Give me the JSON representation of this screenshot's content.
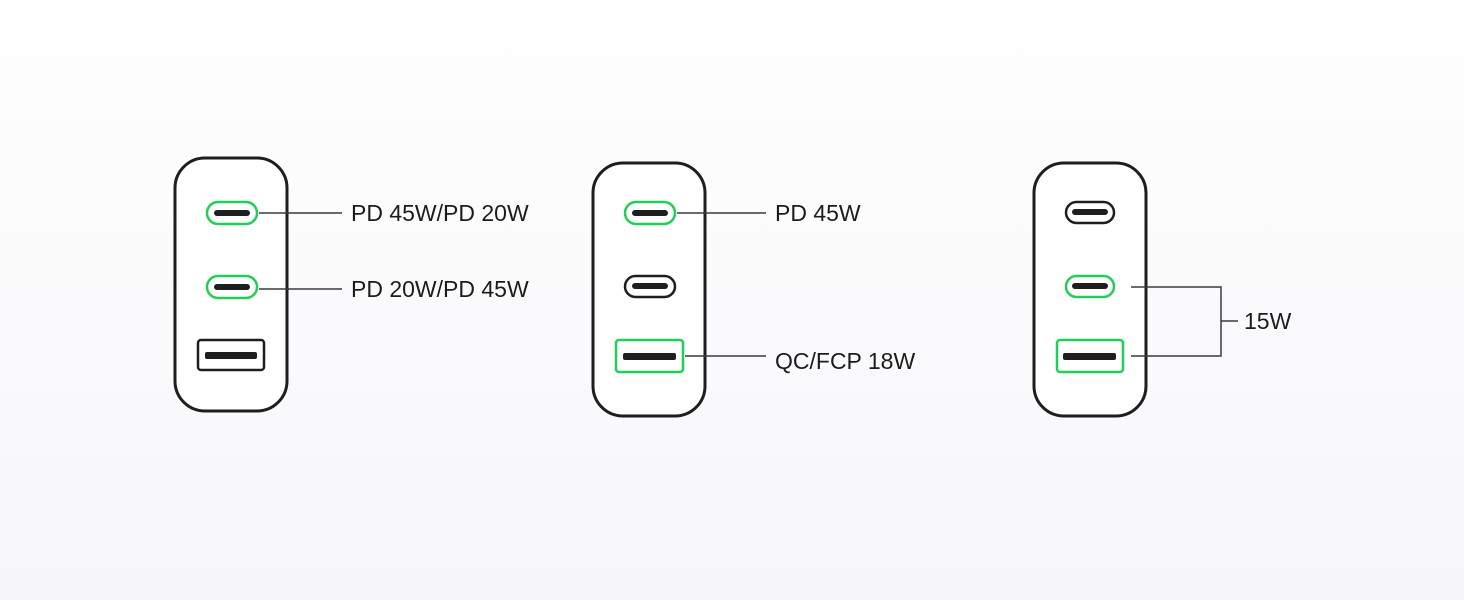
{
  "colors": {
    "outline": "#1e1e1e",
    "active": "#1fcf56",
    "leader": "#3a3a3a",
    "text": "#1c1c1c"
  },
  "chargers": [
    {
      "ports": [
        {
          "kind": "usb-c",
          "active": true
        },
        {
          "kind": "usb-c",
          "active": true
        },
        {
          "kind": "usb-a",
          "active": false
        }
      ],
      "labels": [
        "PD 45W/PD 20W",
        "PD 20W/PD 45W"
      ]
    },
    {
      "ports": [
        {
          "kind": "usb-c",
          "active": true
        },
        {
          "kind": "usb-c",
          "active": false
        },
        {
          "kind": "usb-a",
          "active": true
        }
      ],
      "labels": [
        "PD 45W",
        "QC/FCP 18W"
      ]
    },
    {
      "ports": [
        {
          "kind": "usb-c",
          "active": false
        },
        {
          "kind": "usb-c",
          "active": true
        },
        {
          "kind": "usb-a",
          "active": true
        }
      ],
      "labels": [
        "15W"
      ]
    }
  ]
}
